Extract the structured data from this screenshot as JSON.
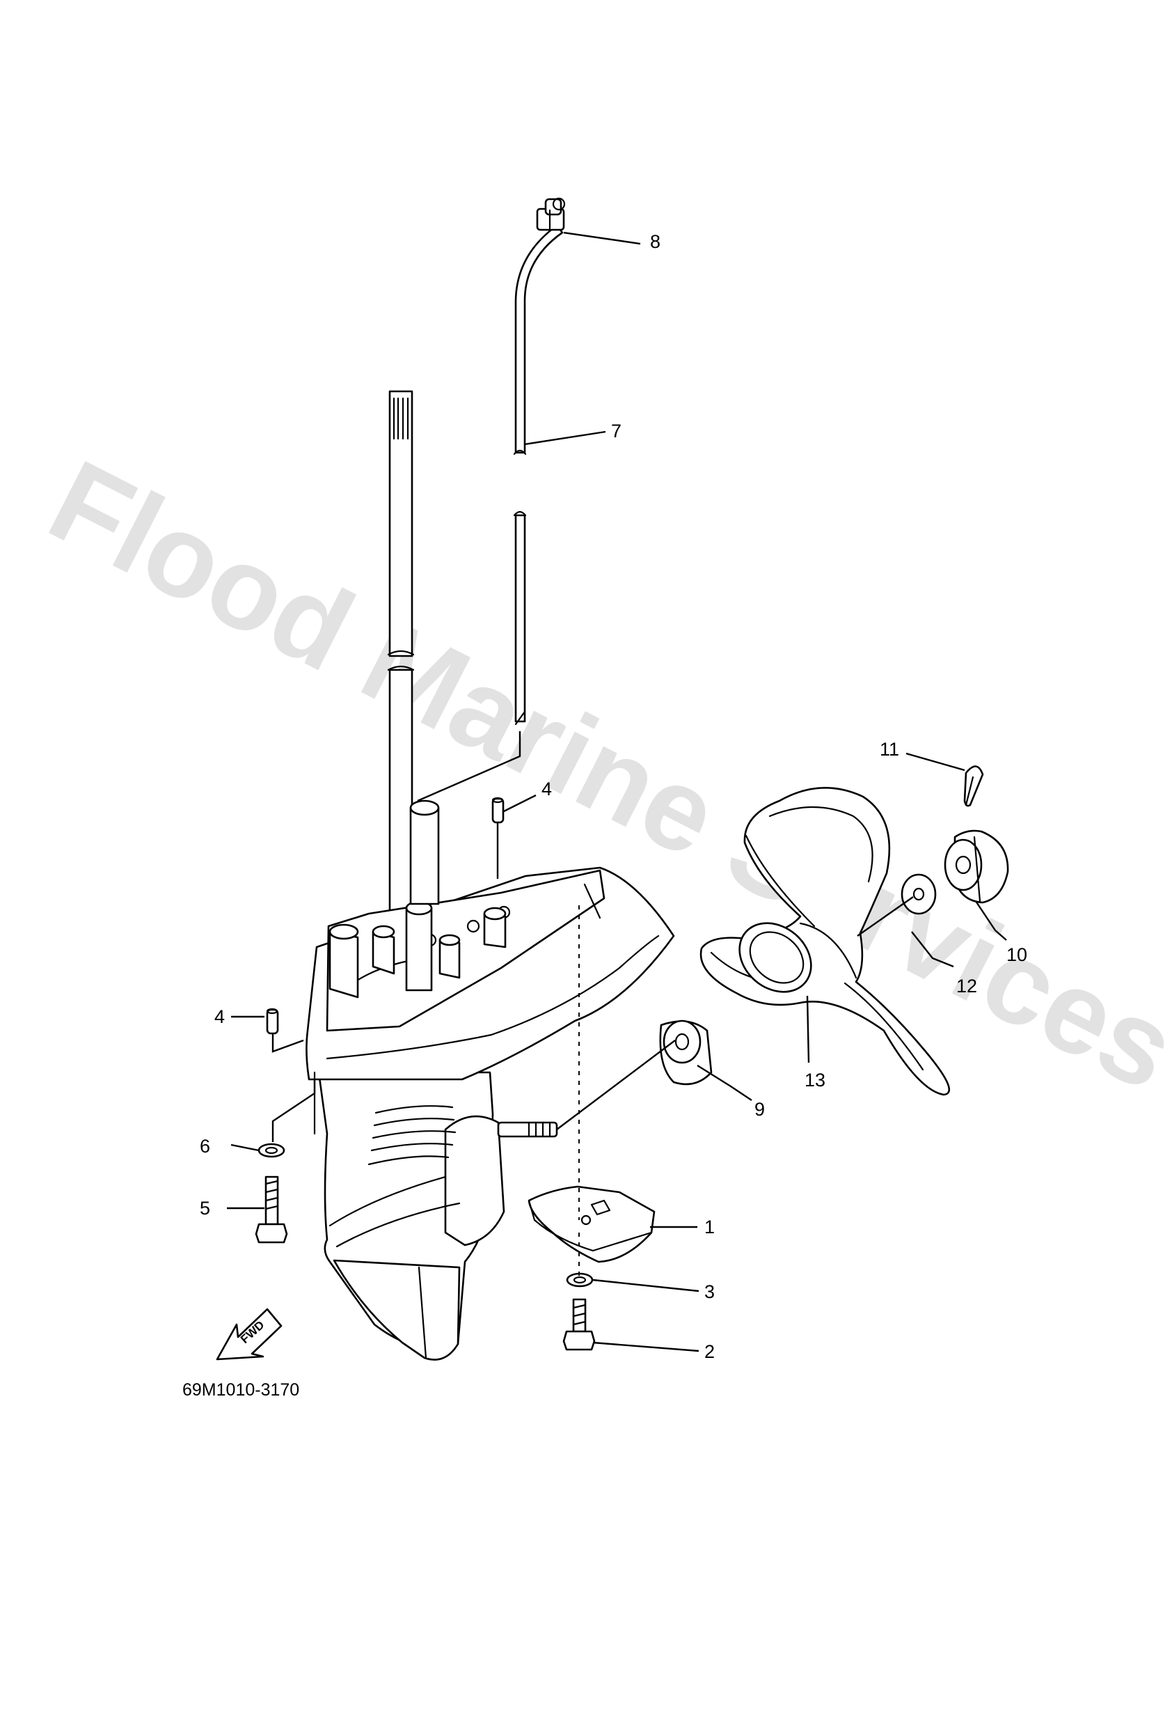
{
  "drawing": {
    "code": "69M1010-3170",
    "watermark": "Flood Marine Services",
    "fwd_label": "FWD"
  },
  "callouts": {
    "c1": "1",
    "c2": "2",
    "c3": "3",
    "c4a": "4",
    "c4b": "4",
    "c5": "5",
    "c6": "6",
    "c7": "7",
    "c8": "8",
    "c9": "9",
    "c10": "10",
    "c11": "11",
    "c12": "12",
    "c13": "13"
  }
}
